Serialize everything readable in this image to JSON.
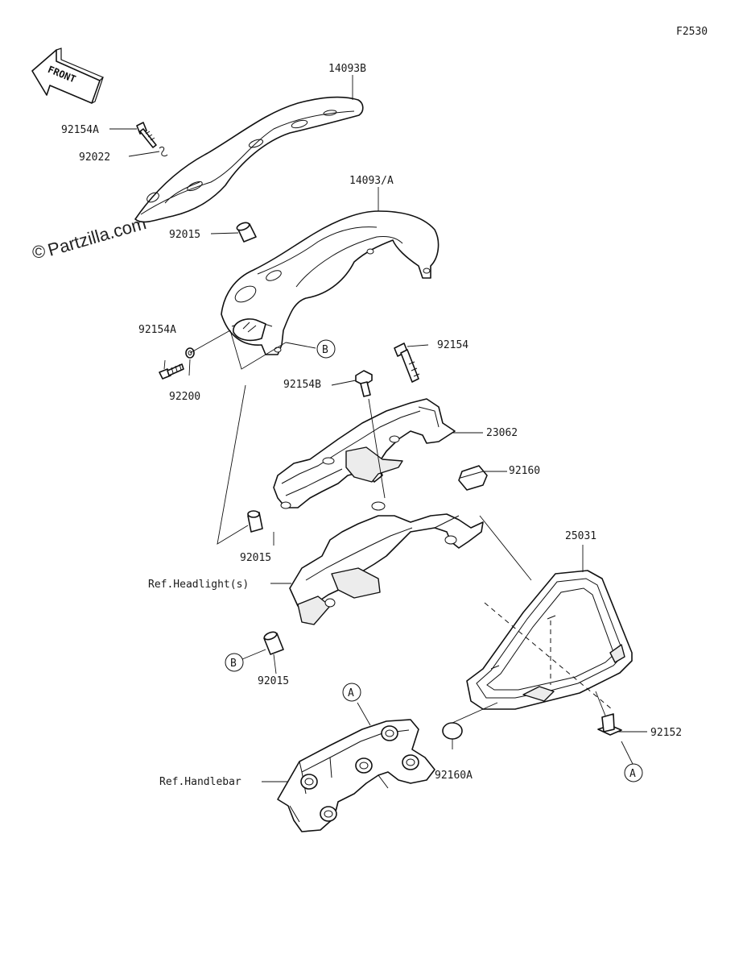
{
  "figure_code": "F2530",
  "front_arrow": {
    "text": "FRONT",
    "icon": "front-arrow-icon"
  },
  "watermark": {
    "symbol": "©",
    "text": "Partzilla.com"
  },
  "callouts": {
    "cowl_upper": "14093B",
    "cowl_lower": "14093/A",
    "bolt_a_top": "92154A",
    "spring_clip": "92022",
    "collar_top": "92015",
    "bolt_a_side": "92154A",
    "washer": "92200",
    "bolt_b": "92154B",
    "bolt": "92154",
    "bracket": "23062",
    "damper": "92160",
    "collar_mid": "92015",
    "ref_headlight": "Ref.Headlight(s)",
    "collar_low": "92015",
    "meter": "25031",
    "meter_bolt": "92152",
    "grommet": "92160A",
    "ref_handlebar": "Ref.Handlebar"
  },
  "reference_marks": {
    "b_upper": "B",
    "b_lower": "B",
    "a_upper": "A",
    "a_lower": "A"
  }
}
